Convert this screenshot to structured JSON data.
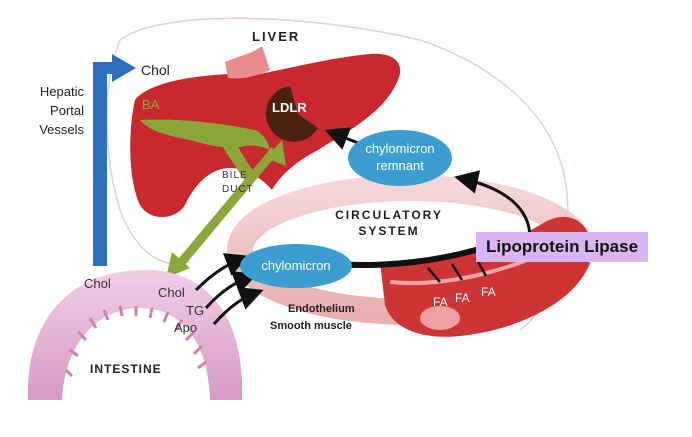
{
  "diagram": {
    "organs": {
      "liver": "LIVER",
      "intestine": "INTESTINE",
      "circulatory_system": [
        "CIRCULATORY",
        "SYSTEM"
      ],
      "bile_duct": [
        "BILE",
        "DUCT"
      ]
    },
    "receptor": "LDLR",
    "particles": {
      "chylomicron": "chylomicron",
      "remnant": [
        "chylomicron",
        "remnant"
      ]
    },
    "labels": {
      "chol_top": "Chol",
      "ba": "BA",
      "hepatic_portal": [
        "Hepatic",
        "Portal",
        "Vessels"
      ],
      "chol_intestine": "Chol",
      "chol_left": "Chol",
      "tg": "TG",
      "apo": "Apo",
      "fa": [
        "FA",
        "FA",
        "FA"
      ],
      "endothelium": "Endothelium",
      "smooth_muscle": "Smooth muscle",
      "lipoprotein_lipase": "Lipoprotein Lipase"
    },
    "colors": {
      "liver": "#c8282e",
      "bile_green": "#8aa83a",
      "portal_blue": "#2f6fc0",
      "particle_blue": "#3b9dd0",
      "ldlr": "#4a2310",
      "intestine": "#e7b9d8",
      "vessel": "#d33c3c",
      "lipase_bg": "#d9b5f2"
    }
  }
}
